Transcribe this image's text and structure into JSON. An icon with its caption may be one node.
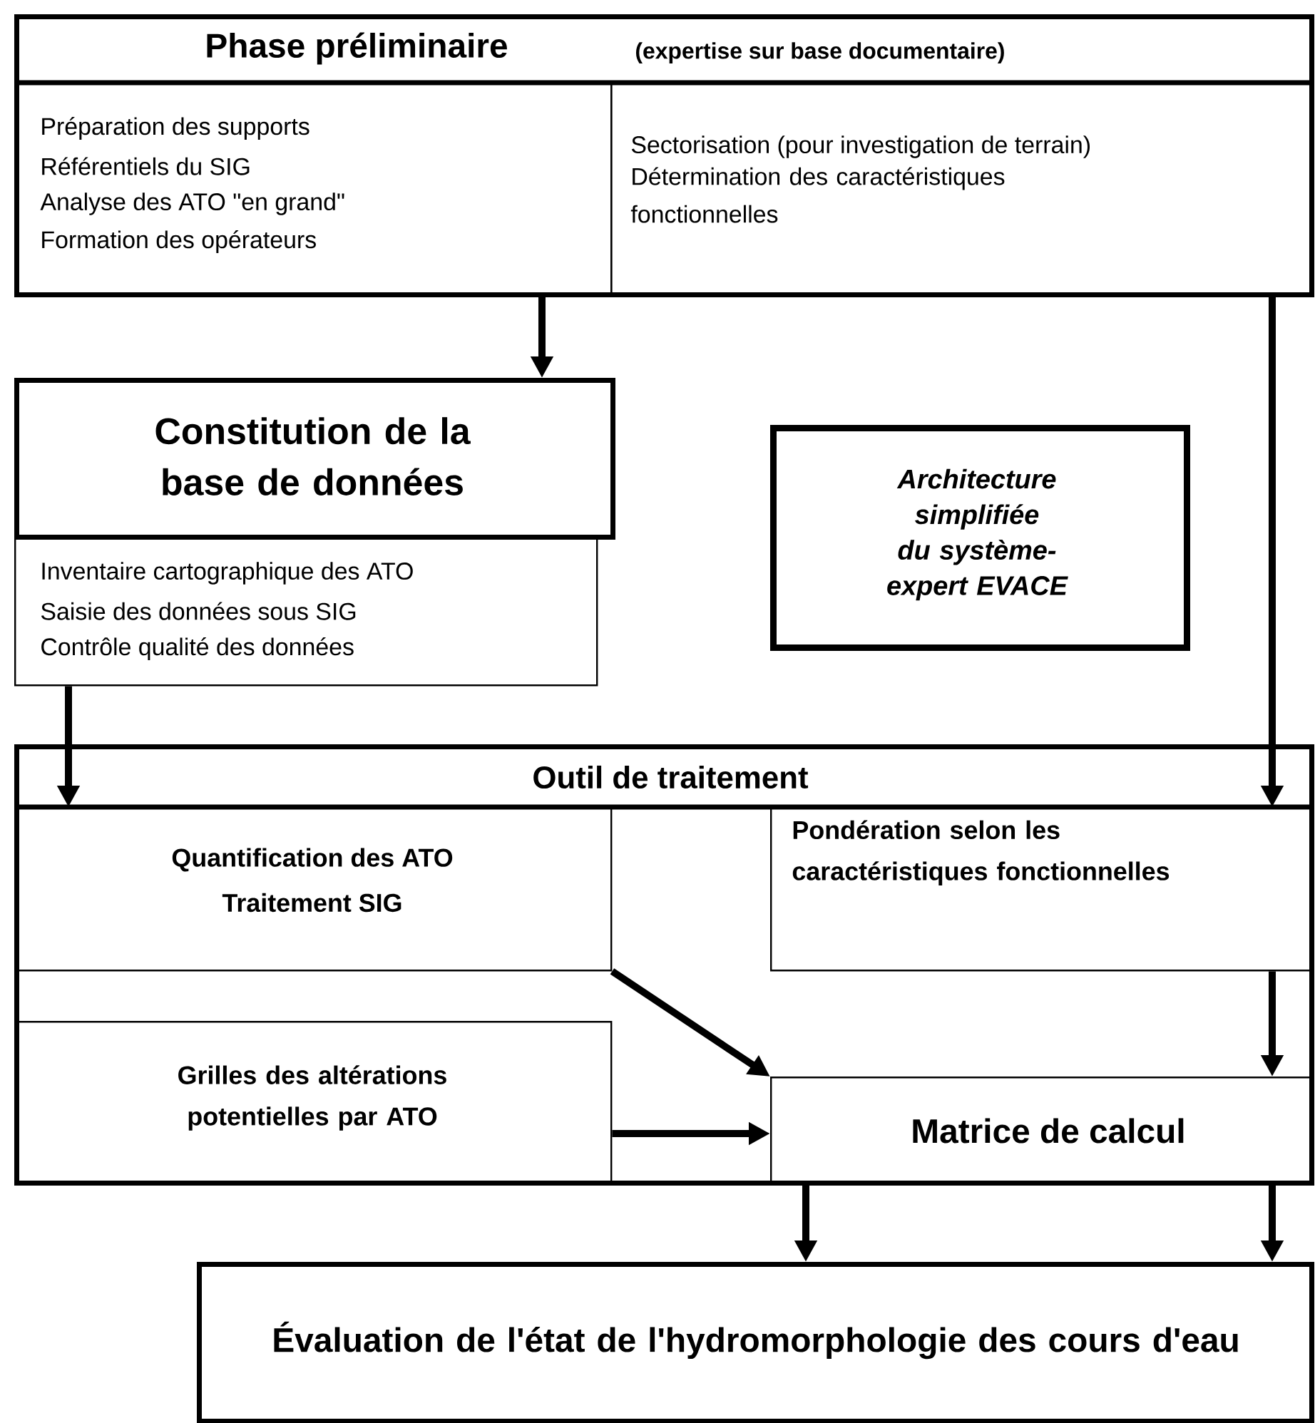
{
  "diagram": {
    "nodes": [
      {
        "text": [
          "Phase préliminaire",
          "(expertise sur base documentaire)"
        ]
      },
      {
        "text": [
          "Préparation des supports",
          "Référentiels du SIG",
          "Analyse des ATO \"en grand\"",
          "Formation des opérateurs"
        ],
        "in": 0
      },
      {
        "text": [
          "Sectorisation (pour investigation de terrain)",
          "Détermination des caractéristiques fonctionnelles"
        ],
        "in": 0
      },
      {
        "text": [
          "Constitution de la base de données"
        ]
      },
      {
        "text": [
          "Inventaire cartographique des ATO",
          "Saisie des données sous SIG",
          "Contrôle qualité des données"
        ]
      },
      {
        "text": [
          "Architecture simplifiée du système-expert EVACE"
        ]
      },
      {
        "text": [
          "Outil de traitement"
        ]
      },
      {
        "text": [
          "Quantification des ATO",
          "Traitement SIG"
        ],
        "in": 6
      },
      {
        "text": [
          "Pondération selon les caractéristiques fonctionnelles"
        ],
        "in": 6
      },
      {
        "text": [
          "Grilles des altérations potentielles par ATO"
        ],
        "in": 6
      },
      {
        "text": [
          "Matrice de calcul"
        ],
        "in": 6
      },
      {
        "text": [
          "Évaluation de l'état de l'hydromorphologie des cours d'eau"
        ]
      }
    ],
    "edges": [
      {
        "from": 1,
        "to": 3,
        "arrow": "to"
      },
      {
        "from": 2,
        "to": 8,
        "arrow": "to"
      },
      {
        "from": 4,
        "to": 7,
        "arrow": "to"
      },
      {
        "from": 7,
        "to": 10,
        "arrow": "to"
      },
      {
        "from": 9,
        "to": 10,
        "arrow": "to"
      },
      {
        "from": 8,
        "to": 10,
        "arrow": "to"
      },
      {
        "from": 10,
        "to": 11,
        "arrow": "to"
      },
      {
        "from": 10,
        "to": 11,
        "arrow": "to"
      }
    ]
  }
}
